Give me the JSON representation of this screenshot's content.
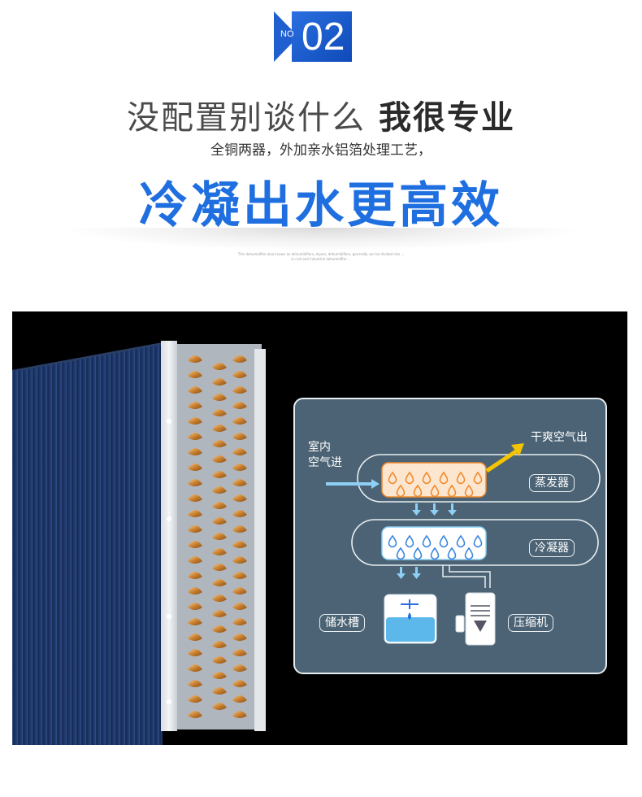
{
  "badge": {
    "prefix": "NO",
    "number": "02"
  },
  "headline": {
    "light": "没配置别谈什么",
    "bold": "我很专业"
  },
  "subtitle": "全铜两器，外加亲水铝箔处理工艺，",
  "tagline": "冷凝出水更高效",
  "fine_print": {
    "line1": "This dehumidifier also known as dehumidifiers, dryers, dehumidifiers, generally can be divided into ...",
    "line2": "in civil and industrial dehumidifier ..."
  },
  "diagram": {
    "indoor_air_in": [
      "室内",
      "空气进"
    ],
    "dry_air_out": "干爽空气出",
    "evaporator": "蒸发器",
    "condenser": "冷凝器",
    "water_tank": "储水槽",
    "compressor": "压缩机"
  },
  "colors": {
    "accent_blue": "#1f6fe0",
    "panel_bg": "#4b6374",
    "evaporator_fill": "#fde6cf",
    "evaporator_drop": "#f08a2a",
    "condenser_fill": "#ffffff",
    "condenser_drop": "#3a85e0",
    "arrow_blue": "#8ed0f5",
    "arrow_yellow": "#f4c400",
    "copper": "#c9802f"
  }
}
